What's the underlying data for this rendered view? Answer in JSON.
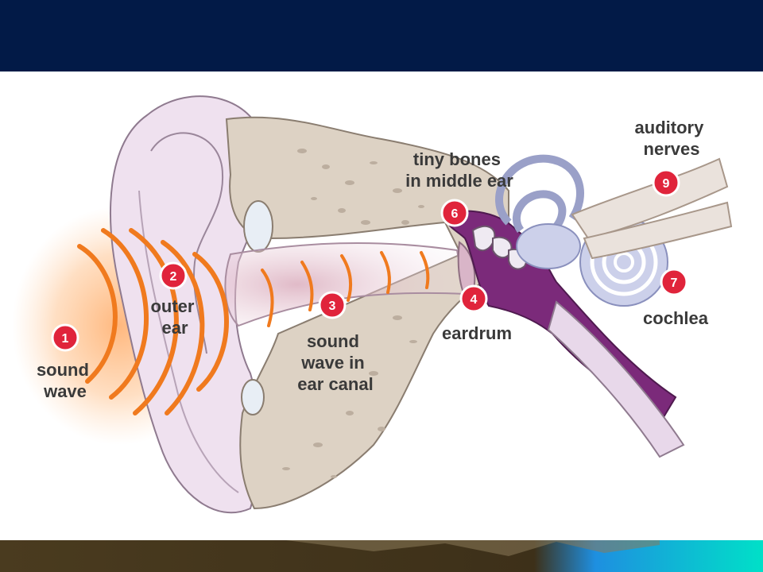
{
  "slide": {
    "header_color": "#021a47",
    "footer_colors": [
      "#4a3b1f",
      "#1e8fe0",
      "#00e0c8"
    ]
  },
  "diagram": {
    "markers": [
      {
        "number": "1",
        "label_lines": [
          "sound",
          "wave"
        ]
      },
      {
        "number": "2",
        "label_lines": [
          "outer",
          "ear"
        ]
      },
      {
        "number": "3",
        "label_lines": [
          "sound",
          "wave in",
          "ear canal"
        ]
      },
      {
        "number": "4",
        "label_lines": [
          "eardrum"
        ]
      },
      {
        "number": "6",
        "label_lines": [
          "tiny bones",
          "in middle ear"
        ]
      },
      {
        "number": "7",
        "label_lines": [
          "cochlea"
        ]
      },
      {
        "number": "9",
        "label_lines": [
          "auditory",
          "nerves"
        ]
      }
    ],
    "colors": {
      "marker_fill": "#e0243b",
      "outer_ear": "#efe1ef",
      "bone": "#ddd2c4",
      "middle_ear": "#7b2a7a",
      "inner_ear": "#ccd0ea",
      "sound_wave": "#f07a1e"
    }
  }
}
